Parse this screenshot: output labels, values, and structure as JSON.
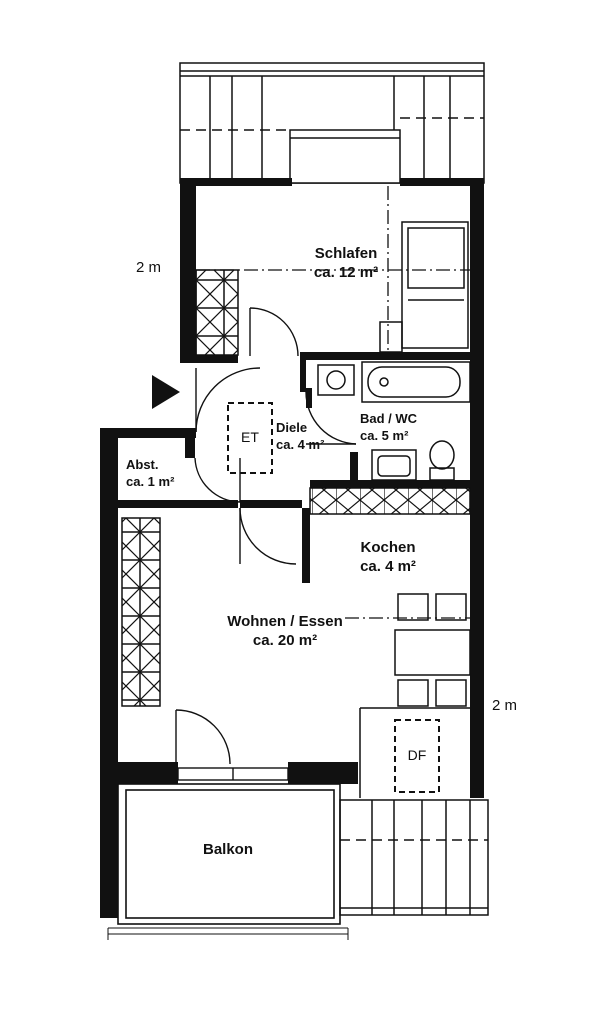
{
  "rooms": {
    "schlafen": {
      "name": "Schlafen",
      "area": "ca. 12 m²"
    },
    "diele": {
      "name": "Diele",
      "area": "ca. 4 m²"
    },
    "bad": {
      "name": "Bad / WC",
      "area": "ca. 5 m²"
    },
    "abst": {
      "name": "Abst.",
      "area": "ca. 1 m²"
    },
    "kochen": {
      "name": "Kochen",
      "area": "ca. 4 m²"
    },
    "wohnen": {
      "name": "Wohnen / Essen",
      "area": "ca. 20 m²"
    },
    "balkon": {
      "name": "Balkon"
    }
  },
  "fixtures": {
    "et": "ET",
    "df": "DF"
  },
  "height_marks": {
    "left": "2 m",
    "right": "2 m"
  },
  "colors": {
    "wall": "#111111",
    "line": "#222222",
    "background": "#ffffff"
  }
}
